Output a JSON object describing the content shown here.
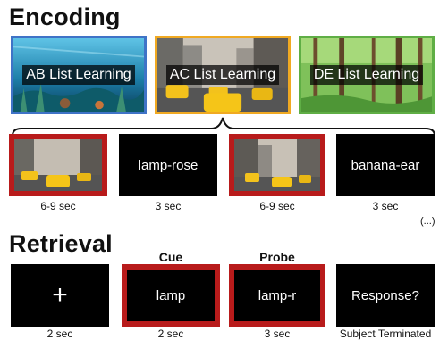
{
  "encoding": {
    "heading": "Encoding",
    "lists": [
      {
        "label": "AB List Learning",
        "scene": "underwater",
        "border_color": "#3f73c7"
      },
      {
        "label": "AC List Learning",
        "scene": "city-street",
        "border_color": "#f0a922"
      },
      {
        "label": "DE List Learning",
        "scene": "forest",
        "border_color": "#5fae45"
      }
    ],
    "trials": [
      {
        "kind": "image",
        "scene": "city-street",
        "highlighted": true,
        "duration": "6-9 sec"
      },
      {
        "kind": "text",
        "text": "lamp-rose",
        "highlighted": false,
        "duration": "3 sec"
      },
      {
        "kind": "image",
        "scene": "city-street",
        "highlighted": true,
        "duration": "6-9 sec"
      },
      {
        "kind": "text",
        "text": "banana-ear",
        "highlighted": false,
        "duration": "3 sec"
      }
    ],
    "continuation": "(...)"
  },
  "retrieval": {
    "heading": "Retrieval",
    "trials": [
      {
        "above": "",
        "text": "+",
        "highlighted": false,
        "duration": "2 sec"
      },
      {
        "above": "Cue",
        "text": "lamp",
        "highlighted": true,
        "duration": "2 sec"
      },
      {
        "above": "Probe",
        "text": "lamp-r",
        "highlighted": true,
        "duration": "3 sec"
      },
      {
        "above": "",
        "text": "Response?",
        "highlighted": false,
        "duration": "Subject Terminated"
      }
    ]
  },
  "colors": {
    "highlight_border": "#b81b1b",
    "trial_background": "#000000"
  }
}
